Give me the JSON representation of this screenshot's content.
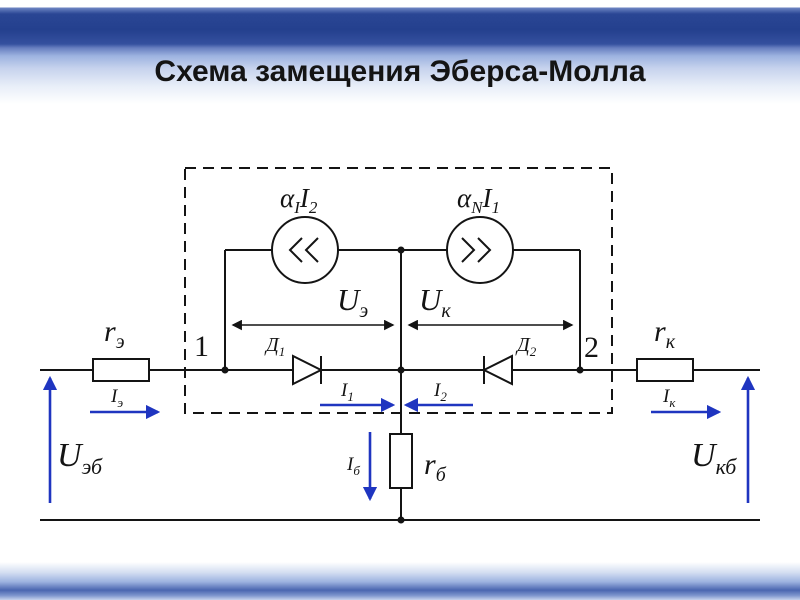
{
  "slide": {
    "title": "Схема замещения Эберса-Молла"
  },
  "colors": {
    "arrow_blue": "#1f35c0",
    "wire_black": "#141414",
    "band_dark_blue": "#24408e",
    "band_light_blue": "#c6d2ed"
  },
  "labels": {
    "src_left": {
      "p1": "α",
      "s1": "I",
      "p2": "I",
      "s2": "2"
    },
    "src_right": {
      "p1": "α",
      "s1": "N",
      "p2": "I",
      "s2": "1"
    },
    "u_e": {
      "p": "U",
      "s": "э"
    },
    "u_k": {
      "p": "U",
      "s": "к"
    },
    "r_e": {
      "p": "r",
      "s": "э"
    },
    "r_k": {
      "p": "r",
      "s": "к"
    },
    "r_b": {
      "p": "r",
      "s": "б"
    },
    "d1": {
      "p": "Д",
      "s": "1"
    },
    "d2": {
      "p": "Д",
      "s": "2"
    },
    "i1": {
      "p": "I",
      "s": "1"
    },
    "i2": {
      "p": "I",
      "s": "2"
    },
    "i_e": {
      "p": "I",
      "s": "э"
    },
    "i_k": {
      "p": "I",
      "s": "к"
    },
    "i_b": {
      "p": "I",
      "s": "б"
    },
    "u_eb": {
      "p": "U",
      "s": "эб"
    },
    "u_kb": {
      "p": "U",
      "s": "кб"
    },
    "node1": "1",
    "node2": "2"
  }
}
